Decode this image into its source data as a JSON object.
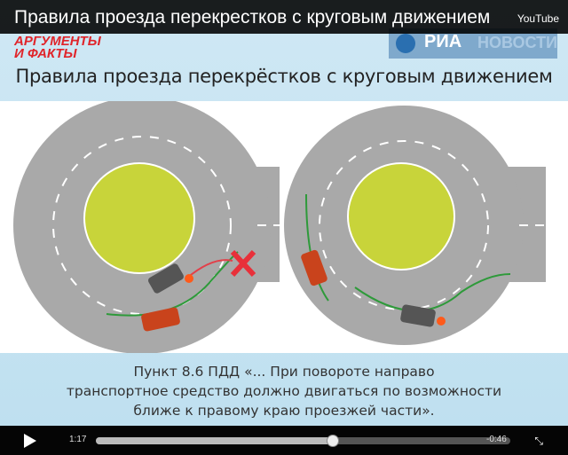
{
  "video": {
    "title": "Правила проезда перекрестков с круговым движением",
    "platform_label": "YouTube"
  },
  "slide": {
    "logo_left": "АРГУМЕНТЫ И ФАКТЫ",
    "logo_right_main": "РИА",
    "logo_right_faded": "НОВОСТИ",
    "title": "Правила проезда перекрёстков с круговым движением",
    "caption_lines": [
      "Пункт 8.6 ПДД «... При повороте направо",
      "транспортное средство должно двигаться по возможности",
      "ближе к правому краю проезжей части»."
    ],
    "colors": {
      "road": "#a9a9a9",
      "island": "#c8d43a",
      "path_ok": "#2e9a3a",
      "path_bad": "#e2404a",
      "cross": "#e8303a"
    }
  },
  "controls": {
    "play_icon": "play-icon",
    "elapsed": "1:17",
    "remaining": "-0:46",
    "progress_fraction": 0.57,
    "fullscreen_icon": "fullscreen-icon"
  }
}
